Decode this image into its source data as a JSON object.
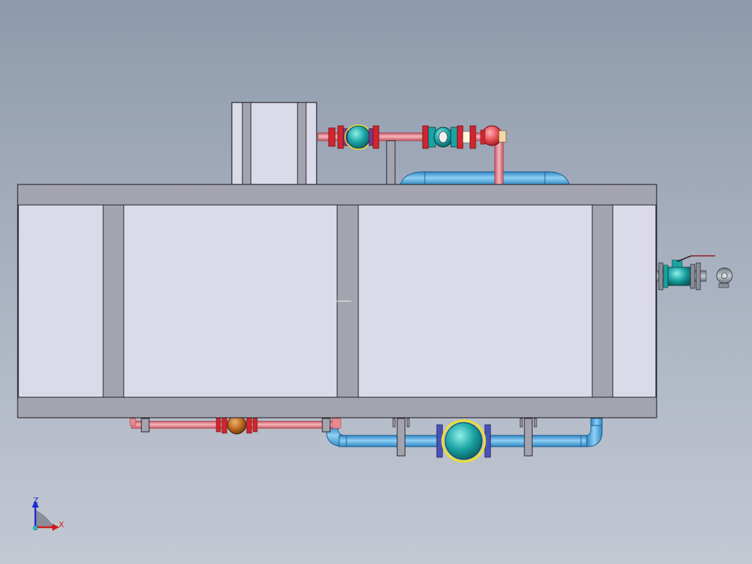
{
  "triad": {
    "z_label": "Z",
    "x_label": "X"
  },
  "colors": {
    "background_top": "#8e9aab",
    "background_bottom": "#c3c8d3",
    "frame": "#a4a4ae",
    "panel": "#dadae8",
    "outline": "#202028",
    "pipe_hot": "#e98a92",
    "pipe_cold": "#5fb2e4",
    "flange_red": "#d2252e",
    "valve_teal": "#1aa3a3",
    "valve_gold": "#e8e030",
    "valve_bronze": "#b5651d"
  },
  "components": {
    "frame_panels": 4,
    "valves": [
      "ball-valve",
      "check-valve",
      "gate-valve",
      "ball-valve-large",
      "ball-valve-small",
      "handle-valve"
    ],
    "pipe_loops": [
      "hot-water-line",
      "cold-water-line"
    ]
  }
}
